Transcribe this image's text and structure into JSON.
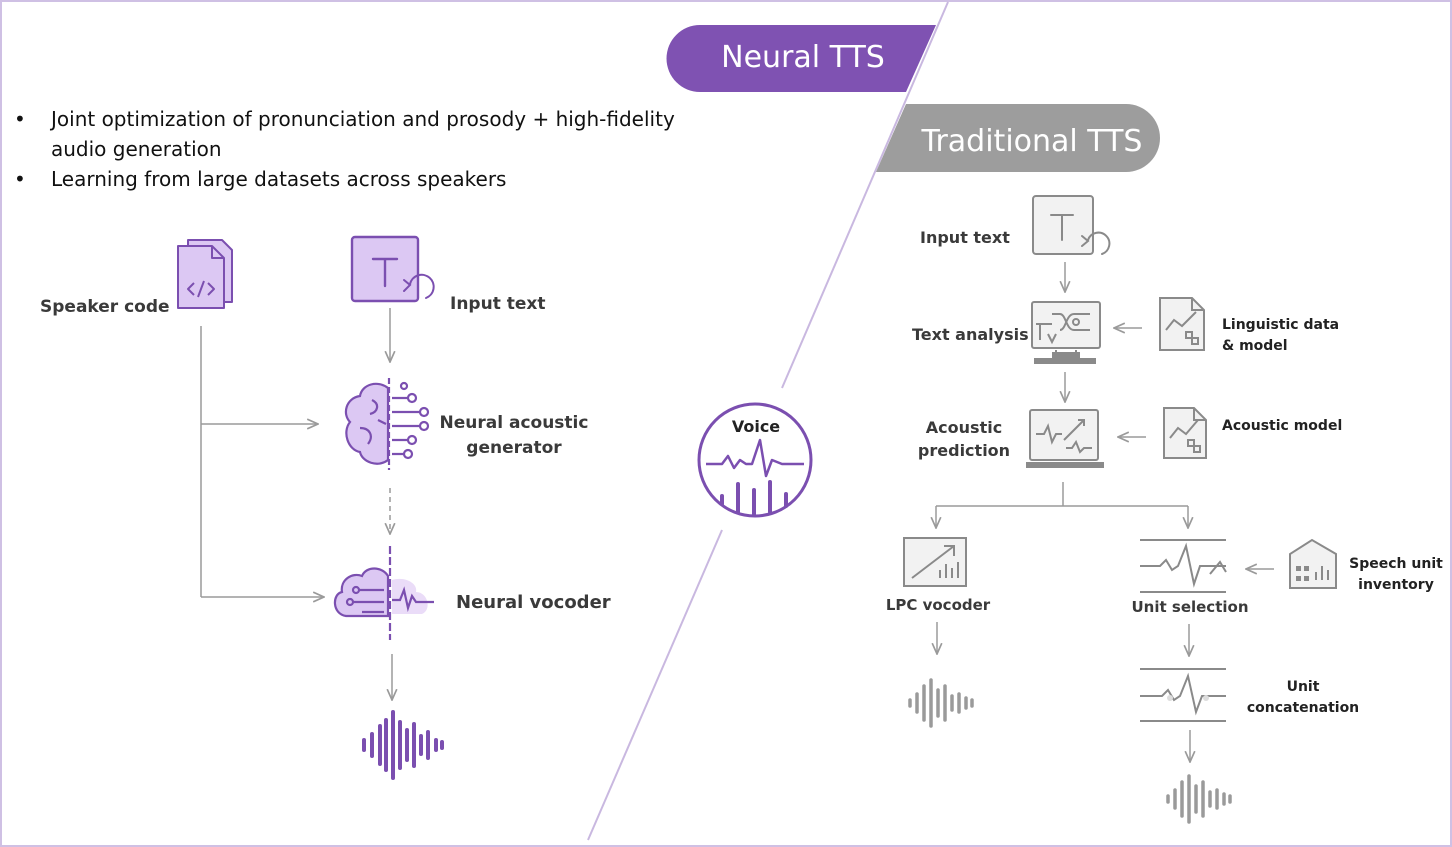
{
  "neural": {
    "banner": "Neural TTS",
    "bullets": [
      "Joint optimization of pronunciation and prosody + high-fidelity audio generation",
      "Learning from large datasets across speakers"
    ],
    "speaker_code": "Speaker code",
    "input_text": "Input text",
    "acoustic_generator": [
      "Neural acoustic",
      "generator"
    ],
    "vocoder": "Neural vocoder"
  },
  "center": {
    "voice": "Voice"
  },
  "traditional": {
    "banner": "Traditional TTS",
    "input_text": "Input text",
    "text_analysis": "Text analysis",
    "linguistic": [
      "Linguistic data",
      "& model"
    ],
    "acoustic_prediction": [
      "Acoustic",
      "prediction"
    ],
    "acoustic_model": "Acoustic model",
    "lpc_vocoder": "LPC vocoder",
    "unit_selection": "Unit selection",
    "speech_unit_inventory": [
      "Speech unit",
      "inventory"
    ],
    "unit_concatenation": [
      "Unit",
      "concatenation"
    ]
  },
  "colors": {
    "purple": "#7b4fb0",
    "purple_light": "#dcc8f3",
    "gray": "#8a8a8a",
    "gray_banner": "#9d9d9d",
    "border": "#cfc0e4"
  },
  "icons": [
    "code-file-icon",
    "text-input-icon",
    "brain-circuit-icon",
    "cloud-circuit-icon",
    "waveform-icon",
    "voice-circle-icon",
    "monitor-analysis-icon",
    "document-chart-icon",
    "acoustic-display-icon",
    "lpc-chart-icon",
    "unit-waveform-icon",
    "building-icon"
  ]
}
